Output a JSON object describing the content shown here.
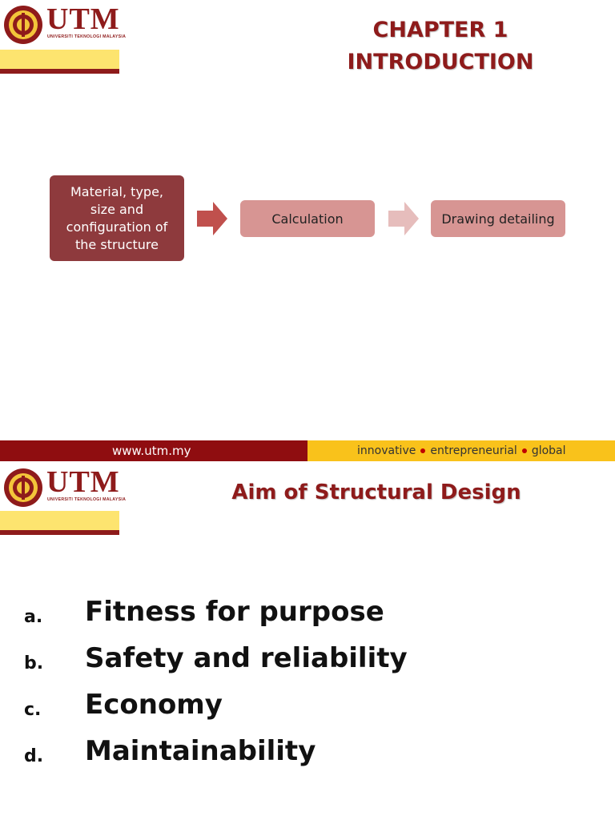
{
  "brand": {
    "wordmark": "UTM",
    "subtitle": "UNIVERSITI TEKNOLOGI MALAYSIA",
    "primary_color": "#8e1b1b",
    "accent_color": "#fde46f"
  },
  "slide1": {
    "title_line1": "CHAPTER 1",
    "title_line2": "INTRODUCTION",
    "flow": {
      "step1": "Material, type, size and configuration of the structure",
      "step2": "Calculation",
      "step3": "Drawing detailing"
    },
    "footer": {
      "url": "www.utm.my",
      "tag1": "innovative",
      "tag2": "entrepreneurial",
      "tag3": "global"
    }
  },
  "slide2": {
    "title": "Aim of Structural Design",
    "items": [
      {
        "letter": "a.",
        "text": "Fitness for purpose"
      },
      {
        "letter": "b.",
        "text": "Safety and reliability"
      },
      {
        "letter": "c.",
        "text": "Economy"
      },
      {
        "letter": "d.",
        "text": "Maintainability"
      }
    ]
  }
}
